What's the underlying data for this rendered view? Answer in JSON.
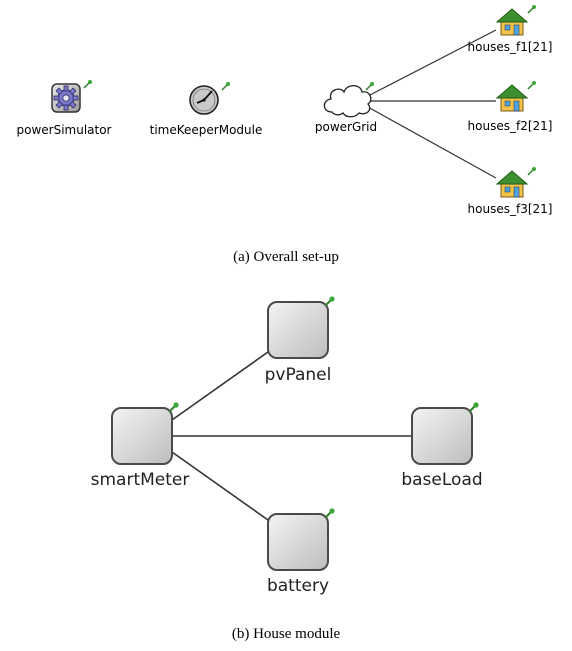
{
  "figure_a": {
    "caption": "(a) Overall set-up",
    "modules": {
      "power_simulator": "powerSimulator",
      "time_keeper": "timeKeeperModule",
      "power_grid": "powerGrid",
      "houses_f1": "houses_f1[21]",
      "houses_f2": "houses_f2[21]",
      "houses_f3": "houses_f3[21]"
    },
    "icons": {
      "power_simulator": "gear-icon",
      "time_keeper": "clock-icon",
      "power_grid": "cloud-icon",
      "houses": "house-icon"
    }
  },
  "figure_b": {
    "caption": "(b) House module",
    "modules": {
      "pv_panel": "pvPanel",
      "smart_meter": "smartMeter",
      "base_load": "baseLoad",
      "battery": "battery"
    }
  },
  "colors": {
    "module_fill": "#d6d6d6",
    "module_stroke": "#4a4a4a",
    "gear_fill": "#7b79c9",
    "house_wall": "#f2c24a",
    "house_roof": "#3d8f2f",
    "pin": "#3aa835"
  }
}
